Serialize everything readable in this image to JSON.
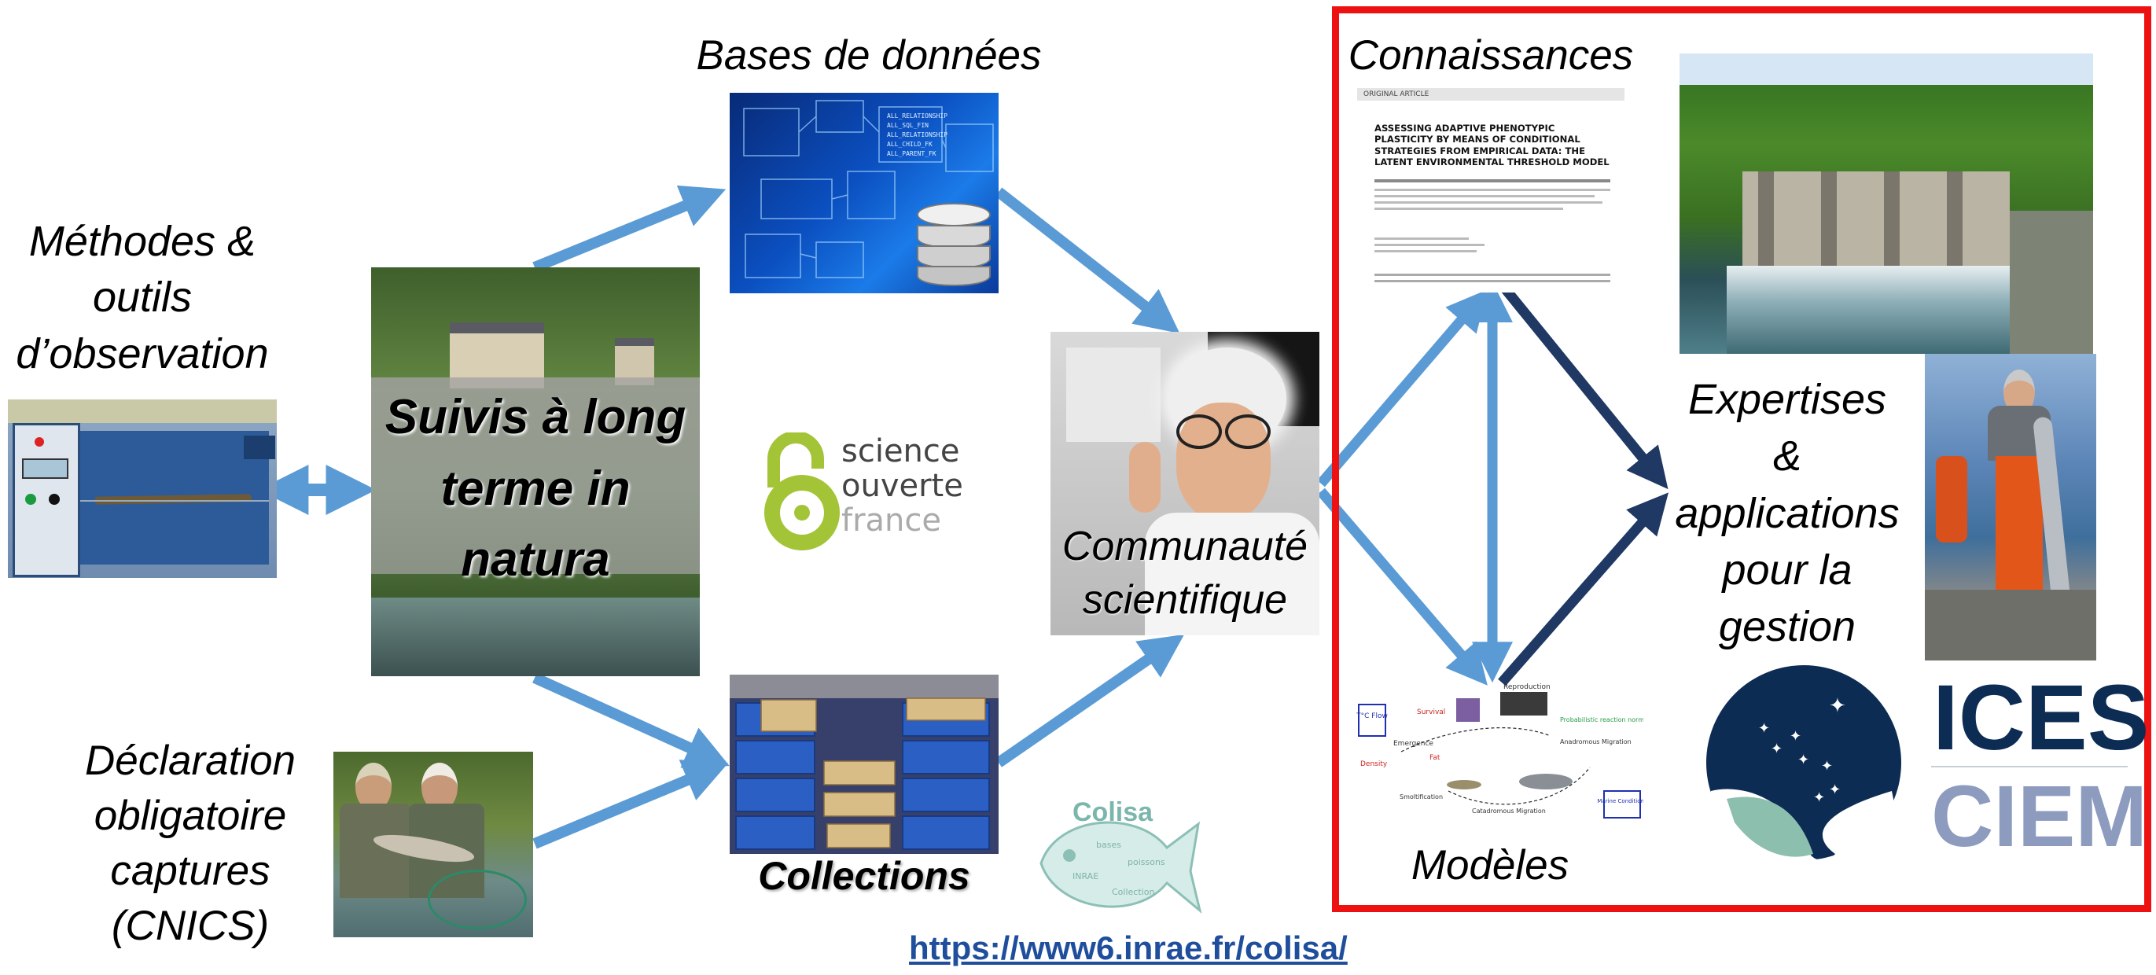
{
  "labels": {
    "methods": [
      "Méthodes &",
      "outils",
      "d’observation"
    ],
    "long_term": [
      "Suivis à long",
      "terme in",
      "natura"
    ],
    "databases": "Bases de données",
    "collections": "Collections",
    "community": [
      "Communauté",
      "scientifique"
    ],
    "declaration": [
      "Déclaration",
      "obligatoire",
      "captures",
      "(CNICS)"
    ],
    "knowledge": "Connaissances",
    "models": "Modèles",
    "expertise": [
      "Expertises",
      "&",
      "applications",
      "pour la",
      "gestion"
    ],
    "url": "https://www6.inrae.fr/colisa/"
  },
  "logos": {
    "science_ouverte": [
      "science",
      "ouverte",
      "france"
    ],
    "ices": [
      "ICES",
      "CIEM"
    ],
    "colisa": "Colisa"
  },
  "paper": {
    "header": "ORIGINAL ARTICLE",
    "title": [
      "ASSESSING ADAPTIVE PHENOTYPIC",
      "PLASTICITY BY MEANS OF CONDITIONAL",
      "STRATEGIES FROM EMPIRICAL DATA: THE",
      "LATENT ENVIRONMENTAL THRESHOLD MODEL"
    ]
  },
  "model_diagram": {
    "labels": [
      "T°C Flow",
      "Survival",
      "Emergence",
      "Density",
      "Fat",
      "Reproduction",
      "Probabilistic reaction norm",
      "Anadromous Migration",
      "Smoltification",
      "Catadromous Migration",
      "Marine Conditions"
    ]
  },
  "colors": {
    "arrow_light": "#5b9bd5",
    "arrow_dark": "#1f3864",
    "frame": "#ee1111",
    "url": "#1f4e9c",
    "ices_blue": "#0d2c54",
    "ices_grey": "#8d9bbf",
    "so_green": "#a4c437"
  }
}
